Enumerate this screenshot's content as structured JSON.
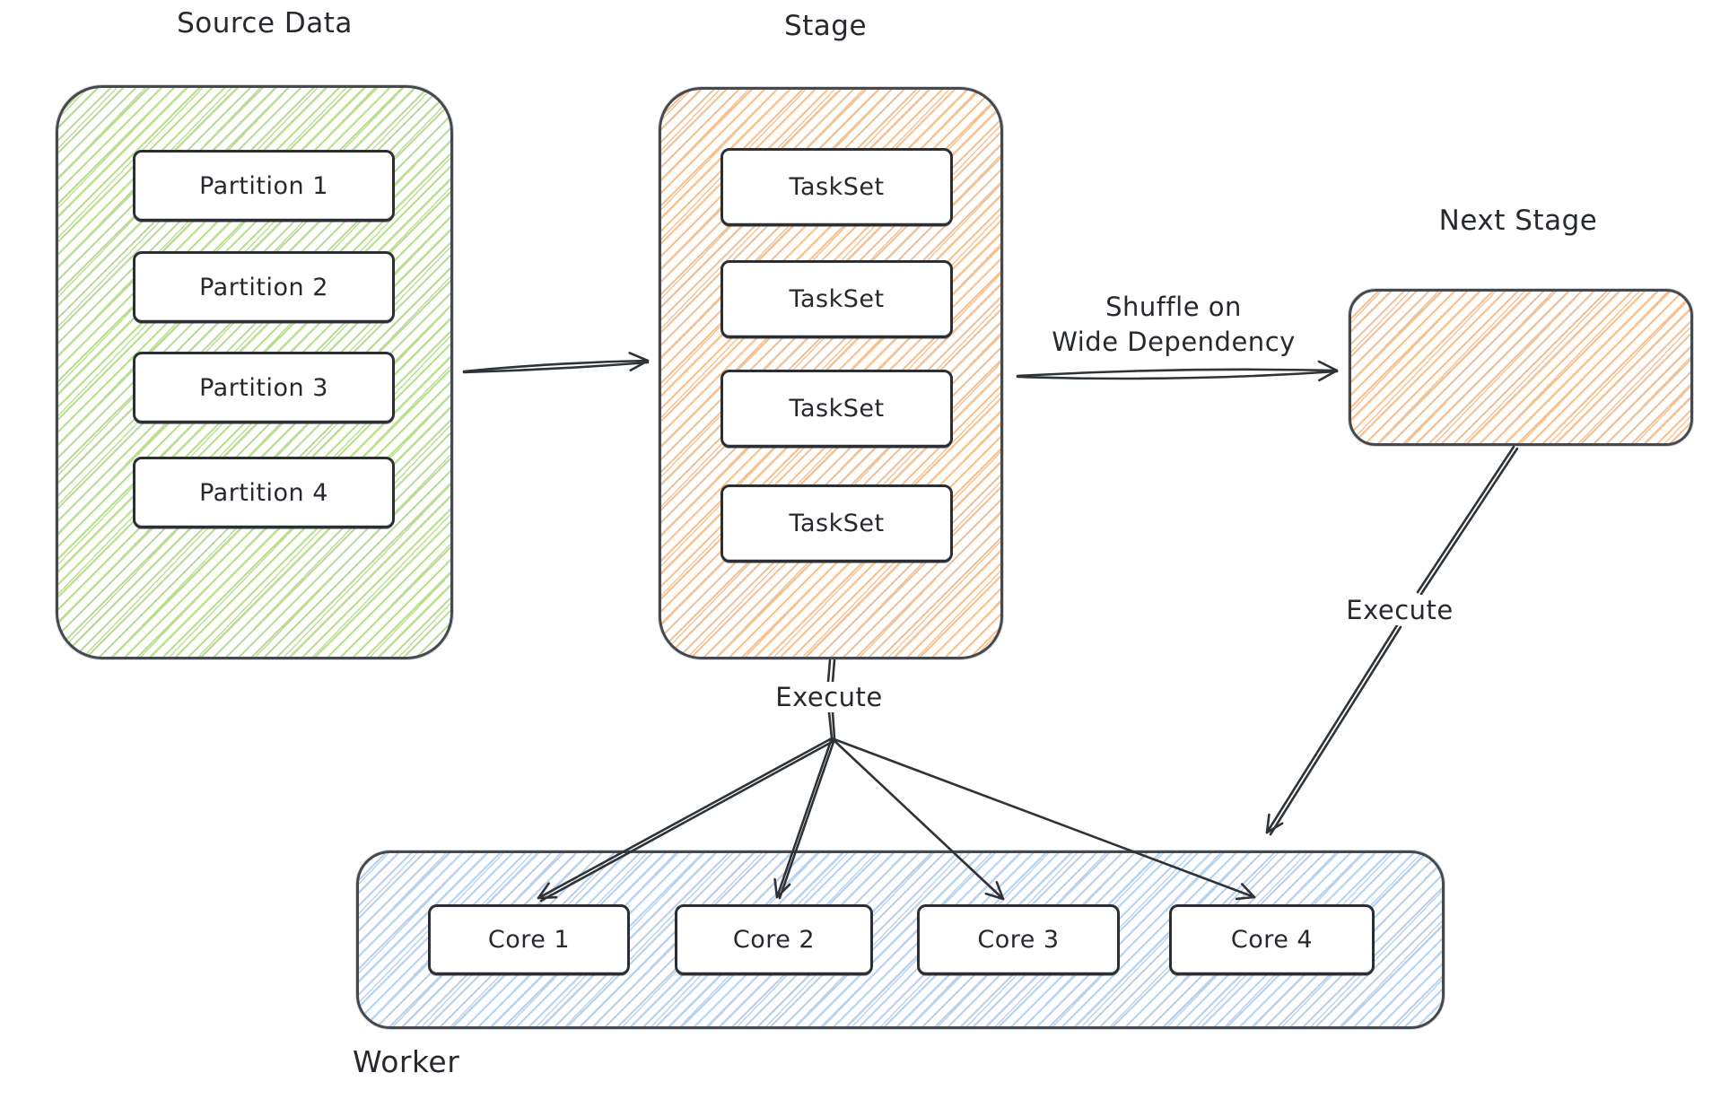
{
  "colors": {
    "green_hatch": "#bade92",
    "orange_hatch": "#f6c193",
    "blue_hatch": "#b9d3ee",
    "container_border": "#43494f",
    "box_border": "#2b2f34",
    "ink": "#26292d",
    "bg": "#ffffff"
  },
  "source": {
    "title": "Source Data",
    "partitions": [
      "Partition 1",
      "Partition 2",
      "Partition 3",
      "Partition 4"
    ]
  },
  "stage": {
    "title": "Stage",
    "tasksets": [
      "TaskSet",
      "TaskSet",
      "TaskSet",
      "TaskSet"
    ]
  },
  "next_stage": {
    "title": "Next Stage"
  },
  "worker": {
    "title": "Worker",
    "cores": [
      "Core 1",
      "Core 2",
      "Core 3",
      "Core 4"
    ]
  },
  "edges": {
    "shuffle_label_line1": "Shuffle on",
    "shuffle_label_line2": "Wide Dependency",
    "execute_from_stage_label": "Execute",
    "execute_from_next_stage_label": "Execute"
  }
}
